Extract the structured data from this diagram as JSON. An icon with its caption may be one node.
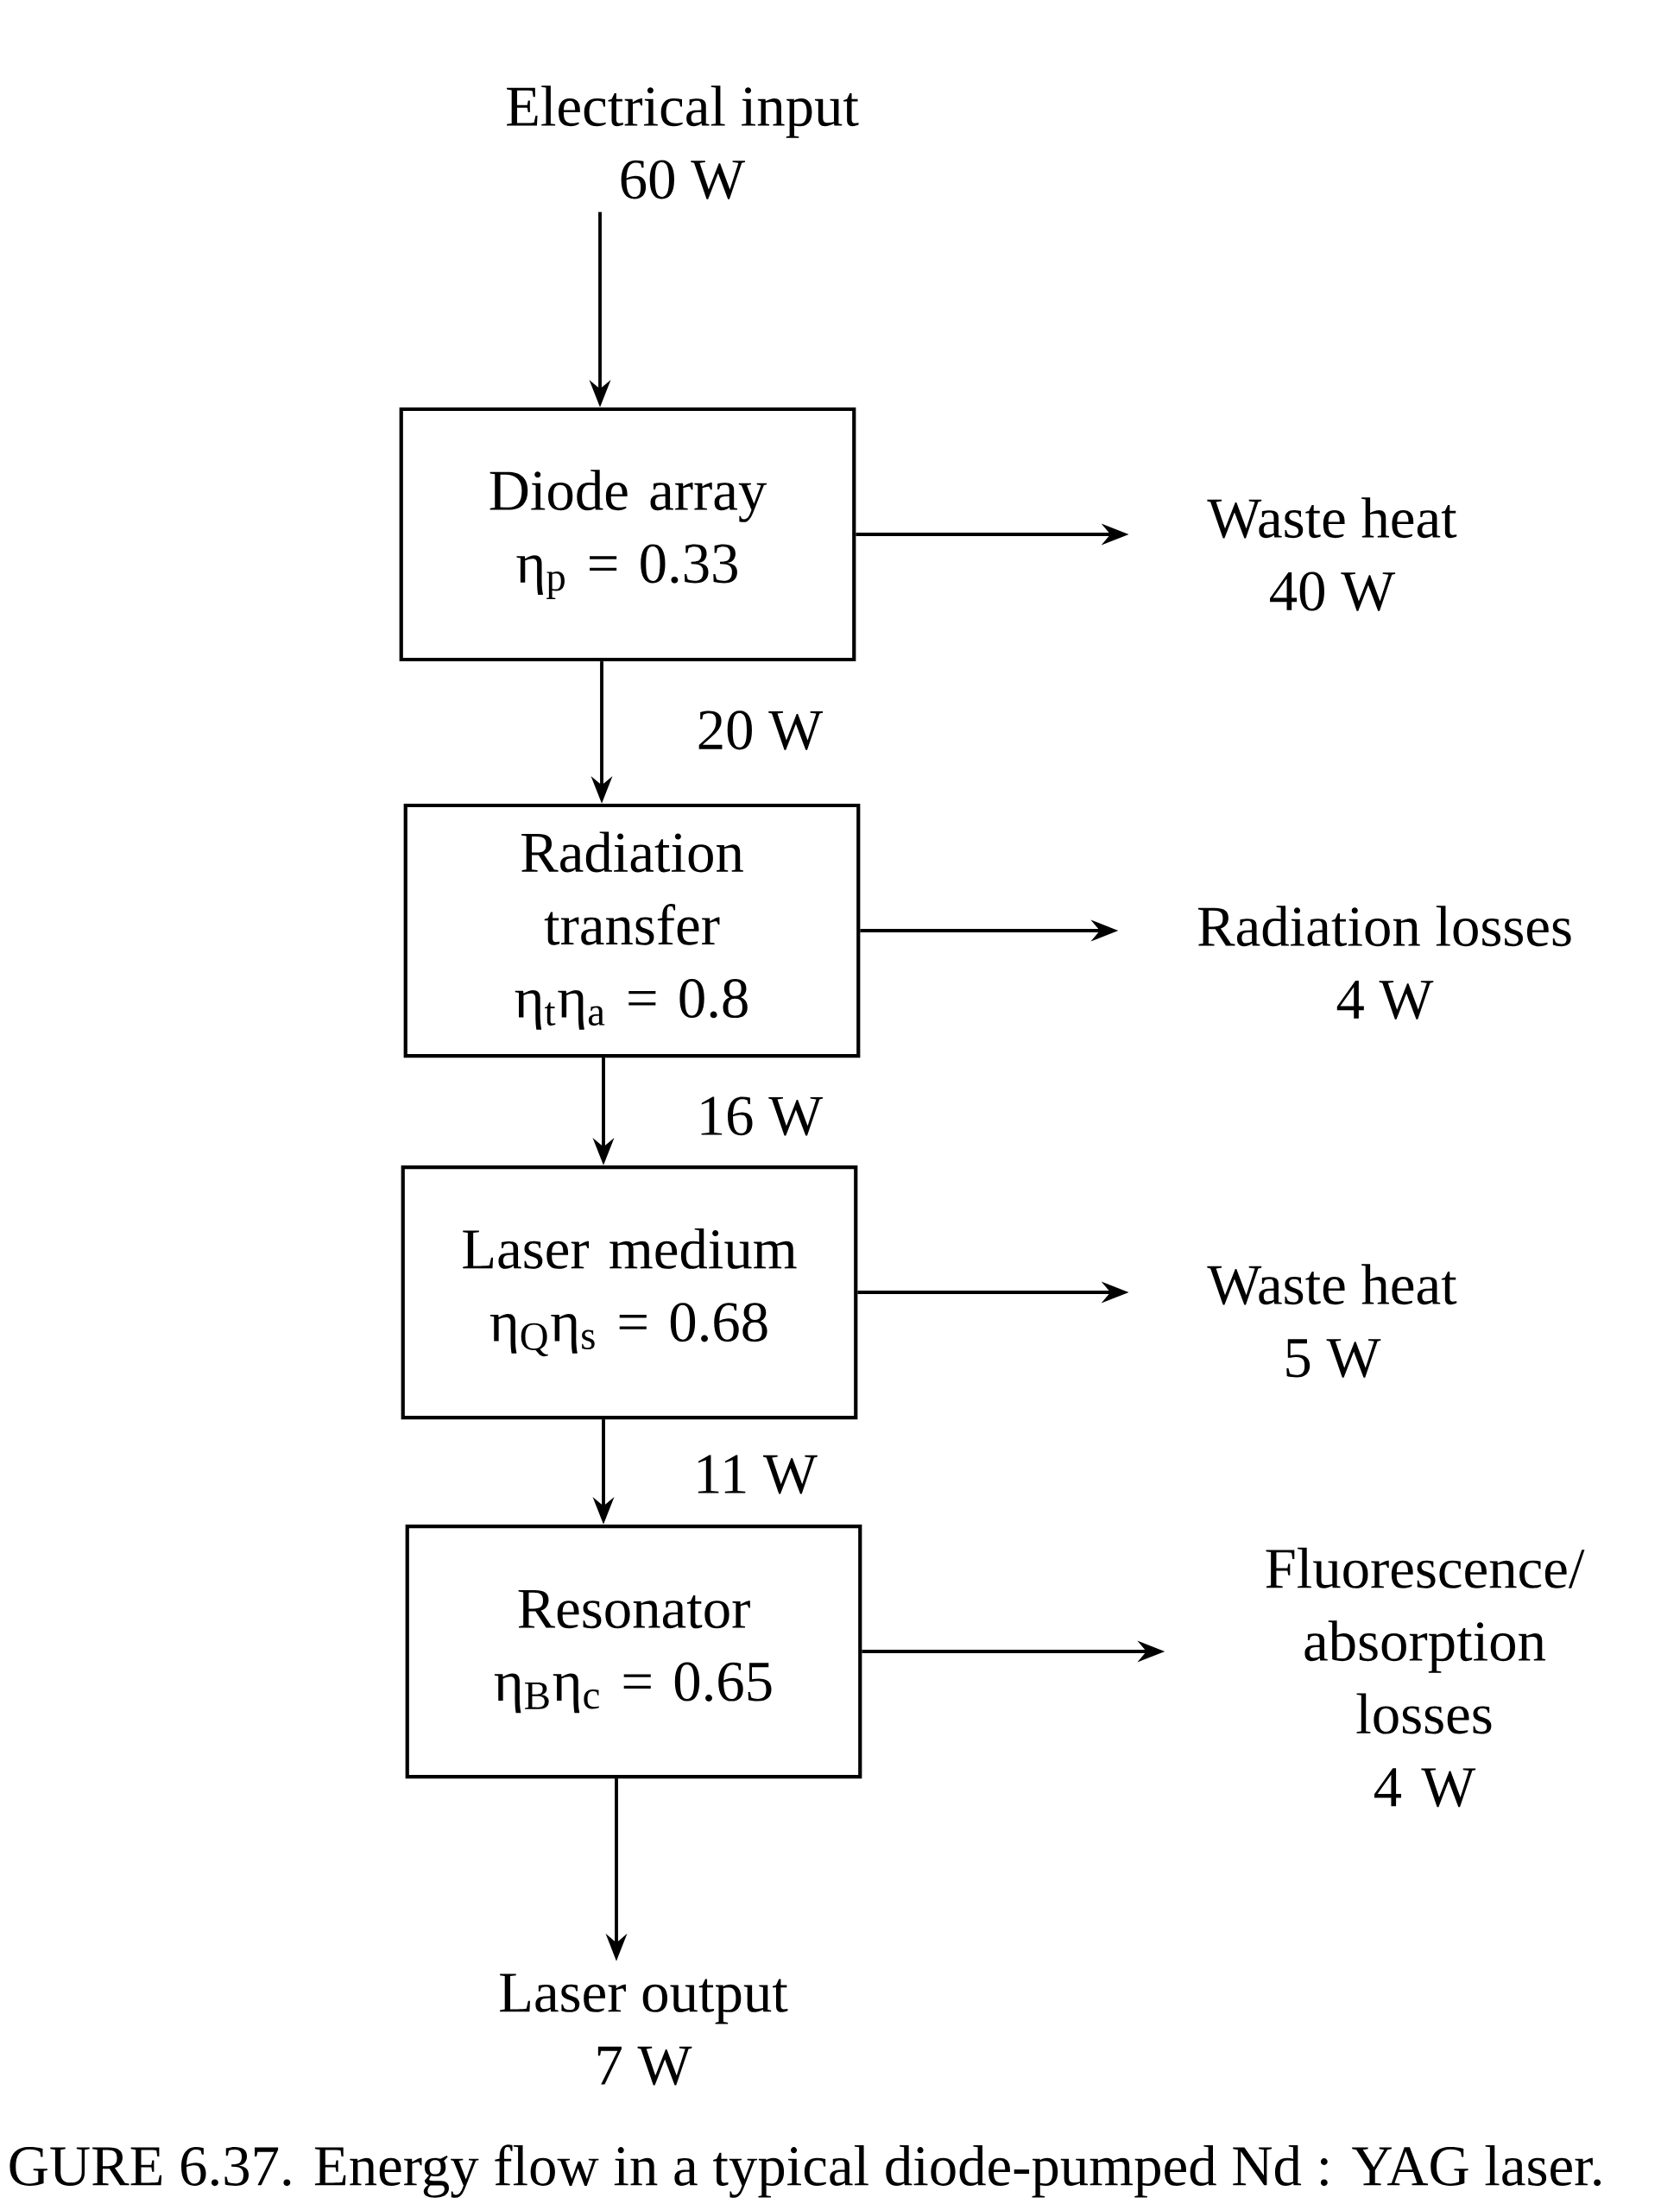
{
  "diagram": {
    "caption": "GURE 6.37. Energy flow in a typical diode-pumped Nd : YAG laser.",
    "nodes": [
      {
        "text": [
          "Electrical input",
          "60 W"
        ]
      },
      {
        "text": [
          "Diode array",
          "η$_{p}$ = 0.33"
        ]
      },
      {
        "text": [
          "Waste heat",
          "40 W"
        ]
      },
      {
        "text": [
          "Radiation transfer",
          "η$_{t}$η$_{a}$ = 0.8"
        ]
      },
      {
        "text": [
          "Radiation losses",
          "4 W"
        ]
      },
      {
        "text": [
          "Laser medium",
          "η$_{Q}$η$_{s}$ = 0.68"
        ]
      },
      {
        "text": [
          "Waste heat",
          "5 W"
        ]
      },
      {
        "text": [
          "Resonator",
          "η$_{B}$η$_{c}$ = 0.65"
        ]
      },
      {
        "text": [
          "Fluorescence/ absorption losses",
          "4 W"
        ]
      },
      {
        "text": [
          "Laser output",
          "7 W"
        ]
      }
    ],
    "edges": [
      {
        "from": 0,
        "to": 1,
        "arrow": "to"
      },
      {
        "from": 1,
        "to": 2,
        "arrow": "to"
      },
      {
        "from": 1,
        "to": 3,
        "arrow": "to",
        "label": "20 W"
      },
      {
        "from": 3,
        "to": 4,
        "arrow": "to"
      },
      {
        "from": 3,
        "to": 5,
        "arrow": "to",
        "label": "16 W"
      },
      {
        "from": 5,
        "to": 6,
        "arrow": "to"
      },
      {
        "from": 5,
        "to": 7,
        "arrow": "to",
        "label": "11 W"
      },
      {
        "from": 7,
        "to": 8,
        "arrow": "to"
      },
      {
        "from": 7,
        "to": 9,
        "arrow": "to"
      }
    ]
  }
}
